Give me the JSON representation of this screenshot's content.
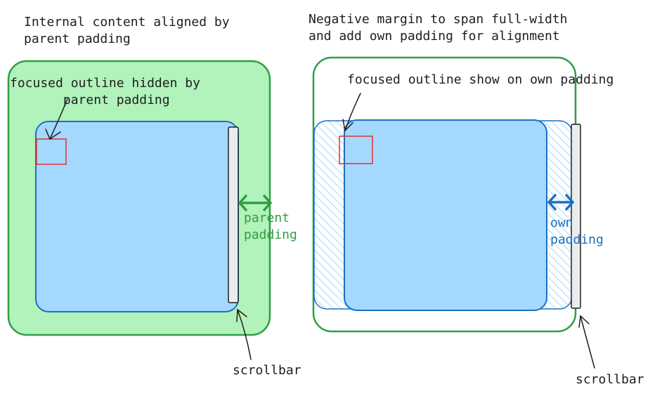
{
  "left_panel": {
    "heading": "Internal content aligned by\nparent padding",
    "outline_note": "focused outline hidden by\n       parent padding",
    "padding_label": "parent\npadding",
    "scrollbar_label": "scrollbar"
  },
  "right_panel": {
    "heading": "Negative margin to span full-width\nand add own padding for alignment",
    "outline_note": "focused outline show on own padding",
    "padding_label": "own\npadding",
    "scrollbar_label": "scrollbar"
  },
  "colors": {
    "green_fill": "#b2f2bb",
    "green_stroke": "#2f9e44",
    "blue_fill": "#a5d8ff",
    "blue_stroke": "#1971c2",
    "focus_outline": "#e03131",
    "scrollbar_fill": "#e9ecef",
    "ink": "#1e1e1e"
  }
}
